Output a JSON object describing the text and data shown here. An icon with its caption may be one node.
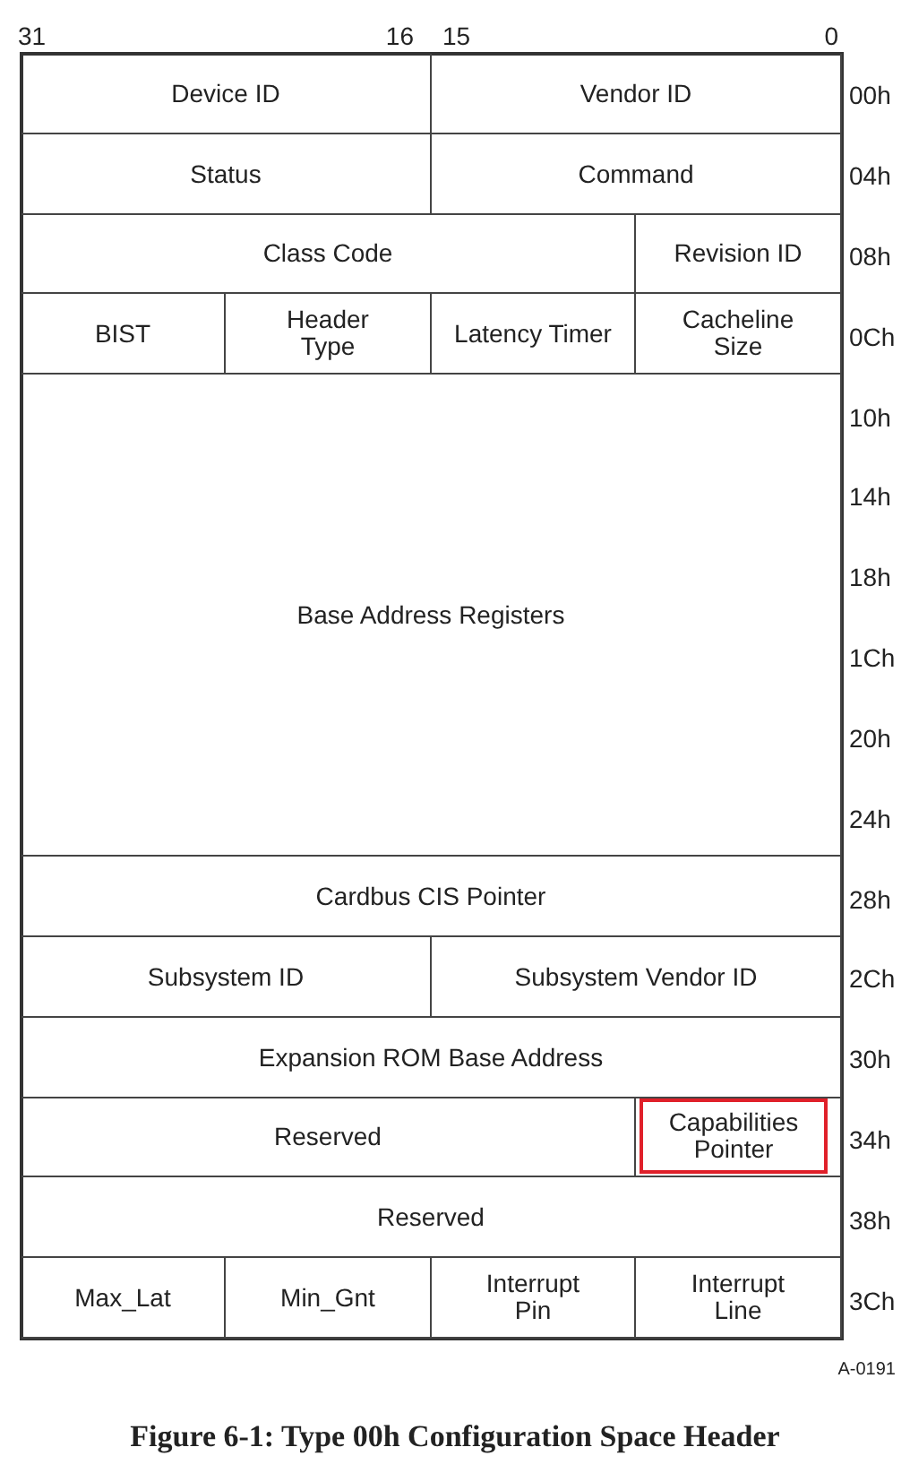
{
  "diagram": {
    "caption": "Figure 6-1: Type 00h Configuration Space Header",
    "nodes": [
      {
        "text": [
          "Device ID"
        ]
      },
      {
        "text": [
          "Vendor ID"
        ]
      },
      {
        "text": [
          "Status"
        ]
      },
      {
        "text": [
          "Command"
        ]
      },
      {
        "text": [
          "Class Code"
        ]
      },
      {
        "text": [
          "Revision ID"
        ]
      },
      {
        "text": [
          "BIST"
        ]
      },
      {
        "text": [
          "Header Type"
        ]
      },
      {
        "text": [
          "Latency Timer"
        ]
      },
      {
        "text": [
          "Cacheline Size"
        ]
      },
      {
        "text": [
          "Base Address Registers"
        ]
      },
      {
        "text": [
          "Cardbus CIS Pointer"
        ]
      },
      {
        "text": [
          "Subsystem ID"
        ]
      },
      {
        "text": [
          "Subsystem Vendor ID"
        ]
      },
      {
        "text": [
          "Expansion ROM Base Address"
        ]
      },
      {
        "text": [
          "Reserved"
        ]
      },
      {
        "text": [
          "Capabilities Pointer"
        ]
      },
      {
        "text": [
          "Reserved"
        ]
      },
      {
        "text": [
          "Max_Lat"
        ]
      },
      {
        "text": [
          "Min_Gnt"
        ]
      },
      {
        "text": [
          "Interrupt Pin"
        ]
      },
      {
        "text": [
          "Interrupt Line"
        ]
      }
    ],
    "labels": [
      "31",
      "16",
      "15",
      "0",
      "00h",
      "04h",
      "08h",
      "0Ch",
      "10h",
      "14h",
      "18h",
      "1Ch",
      "20h",
      "24h",
      "28h",
      "2Ch",
      "30h",
      "34h",
      "38h",
      "3Ch",
      "A-0191"
    ]
  }
}
